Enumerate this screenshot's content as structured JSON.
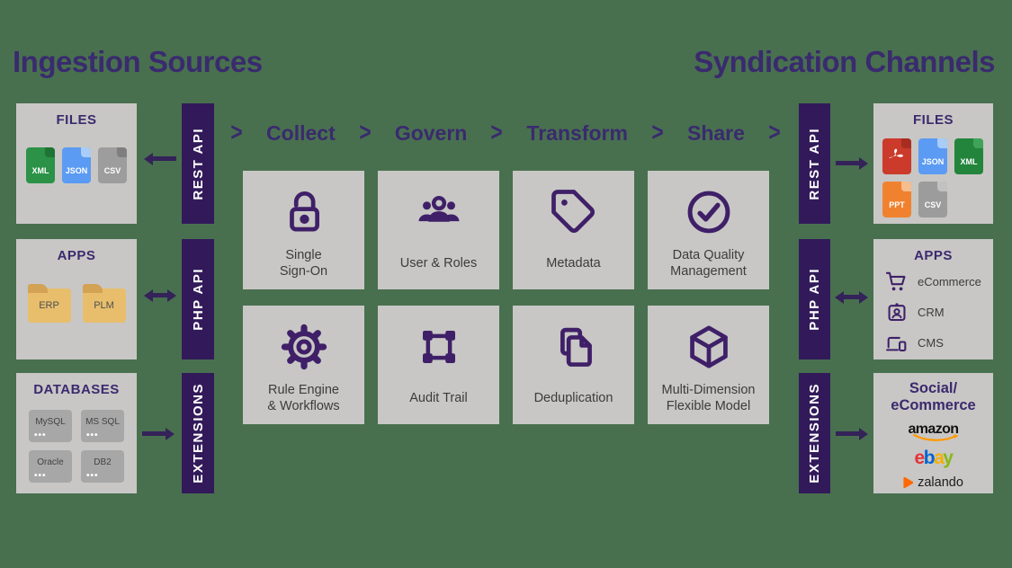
{
  "colors": {
    "background": "#48704f",
    "bar_purple": "#321a5a",
    "heading_purple": "#3a2a6e",
    "icon_purple": "#3f2068",
    "panel_gray": "#c8c7c5",
    "chip_gray": "#a7a7a7",
    "arrow_purple": "#342259",
    "folder_tan": "#e8be6c",
    "file_xml": "#2b9247",
    "file_json": "#5b9bf3",
    "file_csv": "#9d9d9d",
    "file_pdf": "#cb3a2a",
    "file_ppt": "#f0822f",
    "amazon_orange": "#ff9900",
    "ebay_letter_colors": [
      "#e53238",
      "#0064d2",
      "#f5af02",
      "#86b817"
    ],
    "zalando_orange": "#ff6900"
  },
  "titles": {
    "left": "Ingestion Sources",
    "right": "Syndication Channels"
  },
  "flow": {
    "chevron": ">",
    "steps": [
      "Collect",
      "Govern",
      "Transform",
      "Share"
    ]
  },
  "left": {
    "bars": [
      {
        "label": "REST API"
      },
      {
        "label": "PHP API"
      },
      {
        "label": "EXTENSIONS"
      }
    ],
    "files": {
      "header": "FILES",
      "icons": [
        {
          "label": "XML",
          "type": "xml"
        },
        {
          "label": "JSON",
          "type": "json"
        },
        {
          "label": "CSV",
          "type": "csv"
        }
      ]
    },
    "apps": {
      "header": "APPS",
      "folders": [
        {
          "label": "ERP"
        },
        {
          "label": "PLM"
        }
      ]
    },
    "databases": {
      "header": "DATABASES",
      "chips": [
        {
          "label": "MySQL"
        },
        {
          "label": "MS SQL"
        },
        {
          "label": "Oracle"
        },
        {
          "label": "DB2"
        }
      ]
    }
  },
  "features": [
    {
      "label": "Single\nSign-On",
      "icon": "lock-open-icon"
    },
    {
      "label": "User & Roles",
      "icon": "users-icon"
    },
    {
      "label": "Metadata",
      "icon": "tag-icon"
    },
    {
      "label": "Data Quality\nManagement",
      "icon": "check-circle-icon"
    },
    {
      "label": "Rule Engine\n& Workflows",
      "icon": "gear-icon"
    },
    {
      "label": "Audit Trail",
      "icon": "frame-nodes-icon"
    },
    {
      "label": "Deduplication",
      "icon": "copy-documents-icon"
    },
    {
      "label": "Multi-Dimension\nFlexible Model",
      "icon": "cube-icon"
    }
  ],
  "right": {
    "bars": [
      {
        "label": "REST API"
      },
      {
        "label": "PHP API"
      },
      {
        "label": "EXTENSIONS"
      }
    ],
    "files": {
      "header": "FILES",
      "icons": [
        {
          "label": "",
          "type": "pdf"
        },
        {
          "label": "JSON",
          "type": "json"
        },
        {
          "label": "XML",
          "type": "xml"
        },
        {
          "label": "PPT",
          "type": "ppt"
        },
        {
          "label": "CSV",
          "type": "csv"
        }
      ]
    },
    "apps": {
      "header": "APPS",
      "items": [
        {
          "label": "eCommerce",
          "icon": "shopping-cart-icon"
        },
        {
          "label": "CRM",
          "icon": "contact-card-icon"
        },
        {
          "label": "CMS",
          "icon": "devices-icon"
        }
      ]
    },
    "social": {
      "header_line1": "Social/",
      "header_line2": "eCommerce",
      "amazon_text": "amazon",
      "ebay_letters": [
        "e",
        "b",
        "a",
        "y"
      ],
      "zalando_text": "zalando"
    }
  }
}
